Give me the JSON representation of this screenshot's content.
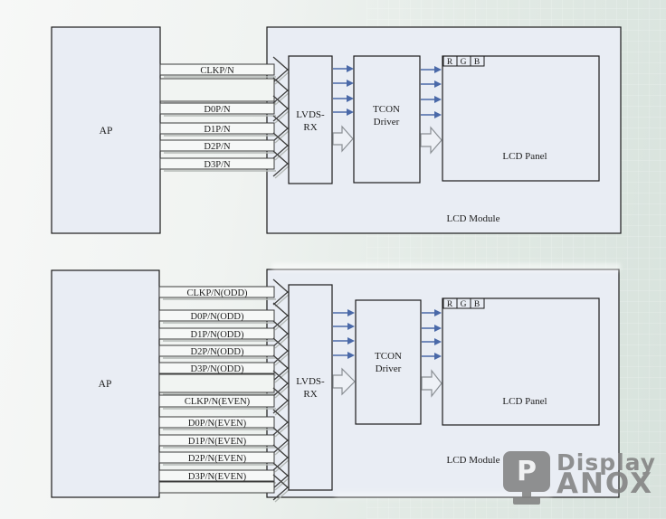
{
  "top": {
    "ap_label": "AP",
    "signals": [
      "CLKP/N",
      "D0P/N",
      "D1P/N",
      "D2P/N",
      "D3P/N"
    ],
    "lvds_line1": "LVDS-",
    "lvds_line2": "RX",
    "tcon_line1": "TCON",
    "tcon_line2": "Driver",
    "rgb": [
      "R",
      "G",
      "B"
    ],
    "panel_label": "LCD Panel",
    "module_label": "LCD Module"
  },
  "bottom": {
    "ap_label": "AP",
    "signals": [
      "CLKP/N(ODD)",
      "D0P/N(ODD)",
      "D1P/N(ODD)",
      "D2P/N(ODD)",
      "D3P/N(ODD)",
      "CLKP/N(EVEN)",
      "D0P/N(EVEN)",
      "D1P/N(EVEN)",
      "D2P/N(EVEN)",
      "D3P/N(EVEN)"
    ],
    "lvds_line1": "LVDS-",
    "lvds_line2": "RX",
    "tcon_line1": "TCON",
    "tcon_line2": "Driver",
    "rgb": [
      "R",
      "G",
      "B"
    ],
    "panel_label": "LCD Panel",
    "module_label": "LCD Module"
  },
  "watermark": {
    "monitor_letter": "P",
    "line1": "Display",
    "line2": "ANOX"
  },
  "colors": {
    "accent_blue": "#4a69a8",
    "box_fill": "#e9edf4",
    "band_fill": "#f6f8f7",
    "outline": "#1c1c1c",
    "shadow_gray": "#b3b8b5",
    "watermark_gray": "#7f7f7f"
  }
}
